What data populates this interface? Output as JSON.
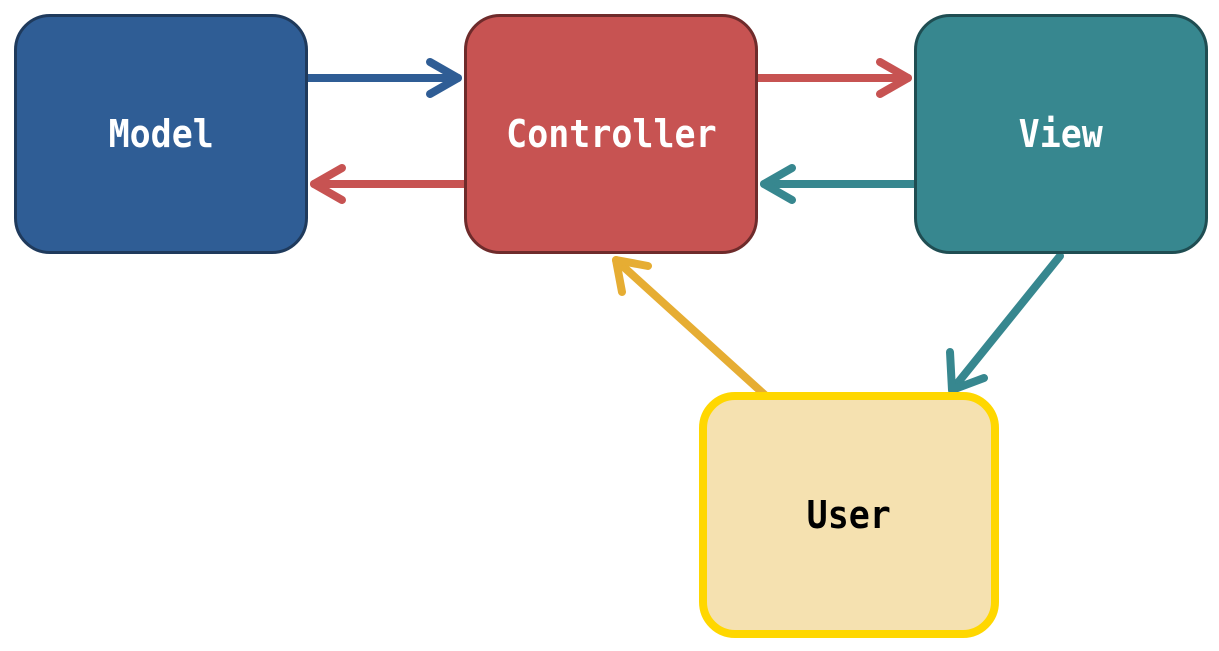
{
  "diagram": {
    "nodes": {
      "model": {
        "label": "Model",
        "fill": "#2f5d95",
        "text_color": "#ffffff"
      },
      "controller": {
        "label": "Controller",
        "fill": "#c75352",
        "text_color": "#ffffff"
      },
      "view": {
        "label": "View",
        "fill": "#37878f",
        "text_color": "#ffffff"
      },
      "user": {
        "label": "User",
        "fill": "#f5e1b0",
        "border_color": "#ffd700",
        "text_color": "#000000"
      }
    },
    "edges": [
      {
        "from": "Model",
        "to": "Controller",
        "color": "#2f5d95"
      },
      {
        "from": "Controller",
        "to": "View",
        "color": "#c75352"
      },
      {
        "from": "Controller",
        "to": "Model",
        "color": "#c75352"
      },
      {
        "from": "View",
        "to": "Controller",
        "color": "#37878f"
      },
      {
        "from": "View",
        "to": "User",
        "color": "#37878f"
      },
      {
        "from": "User",
        "to": "Controller",
        "color": "#e6ad33"
      }
    ]
  }
}
